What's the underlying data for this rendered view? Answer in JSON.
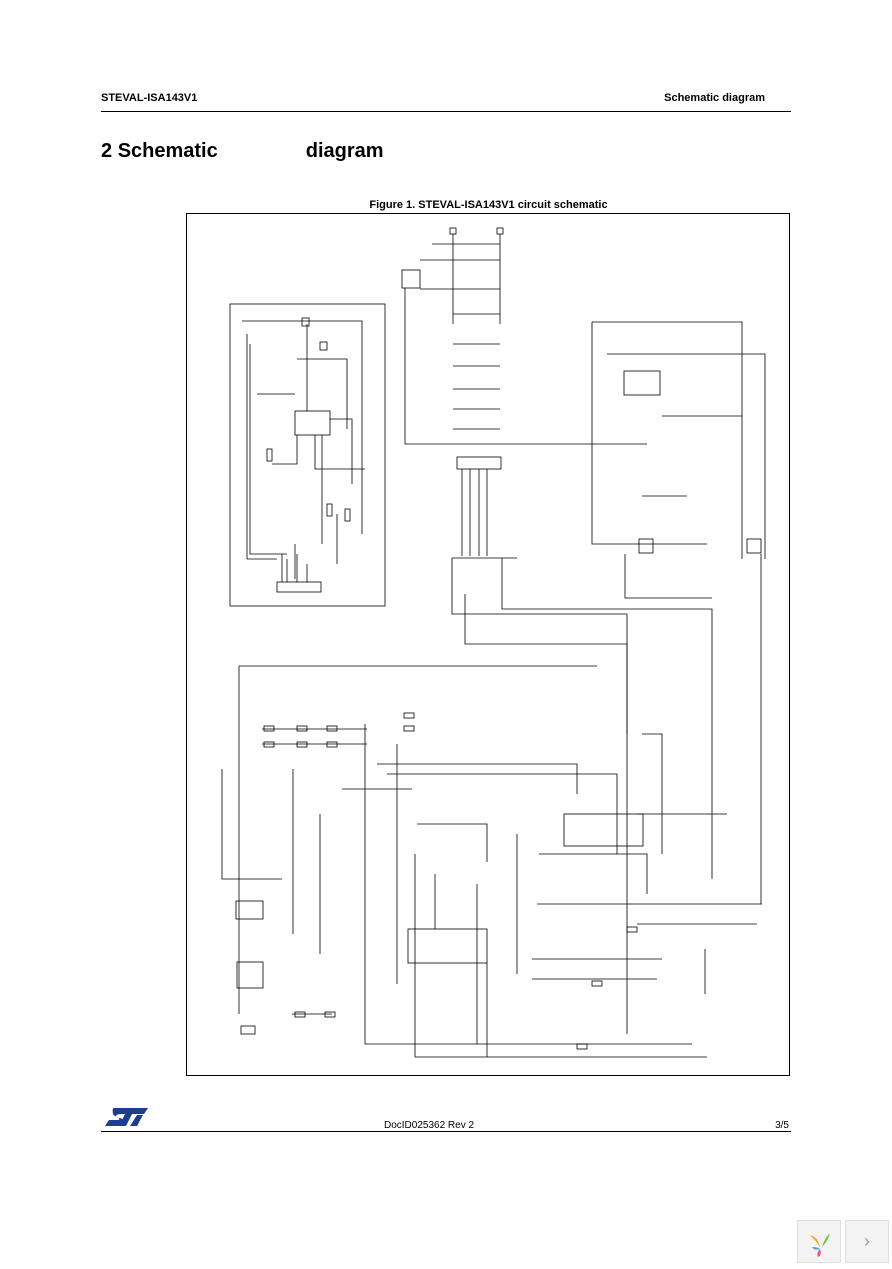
{
  "header": {
    "left": "STEVAL-ISA143V1",
    "right": "Schematic diagram"
  },
  "section": {
    "number": "2",
    "word1": "Schematic",
    "word2": "diagram"
  },
  "figure": {
    "caption": "Figure 1. STEVAL-ISA143V1 circuit schematic"
  },
  "footer": {
    "doc_id": "DocID025362 Rev 2",
    "page": "3/5",
    "logo_icon": "st-logo-icon"
  },
  "viewer": {
    "brand_icon": "viewer-brand-icon",
    "next_icon": "chevron-right-icon"
  },
  "colors": {
    "text": "#000000",
    "logo": "#1d3e8c"
  }
}
